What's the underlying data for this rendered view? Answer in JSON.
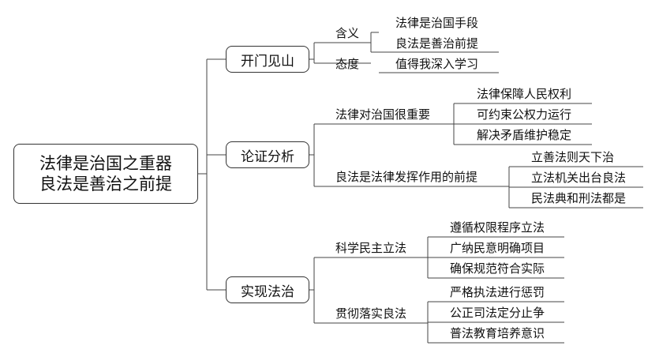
{
  "root": {
    "line1": "法律是治国之重器",
    "line2": "良法是善治之前提"
  },
  "branch1": {
    "label": "开门见山",
    "sub1": {
      "label": "含义",
      "leaves": [
        "法律是治国手段",
        "良法是善治前提"
      ]
    },
    "sub2": {
      "label": "态度",
      "leaves": [
        "值得我深入学习"
      ]
    }
  },
  "branch2": {
    "label": "论证分析",
    "sub1": {
      "label": "法律对治国很重要",
      "leaves": [
        "法律保障人民权利",
        "可约束公权力运行",
        "解决矛盾维护稳定"
      ]
    },
    "sub2": {
      "label": "良法是法律发挥作用的前提",
      "leaves": [
        "立善法则天下治",
        "立法机关出台良法",
        "民法典和刑法都是"
      ]
    }
  },
  "branch3": {
    "label": "实现法治",
    "sub1": {
      "label": "科学民主立法",
      "leaves": [
        "遵循权限程序立法",
        "广纳民意明确项目",
        "确保规范符合实际"
      ]
    },
    "sub2": {
      "label": "贯彻落实良法",
      "leaves": [
        "严格执法进行惩罚",
        "公正司法定分止争",
        "普法教育培养意识"
      ]
    }
  }
}
